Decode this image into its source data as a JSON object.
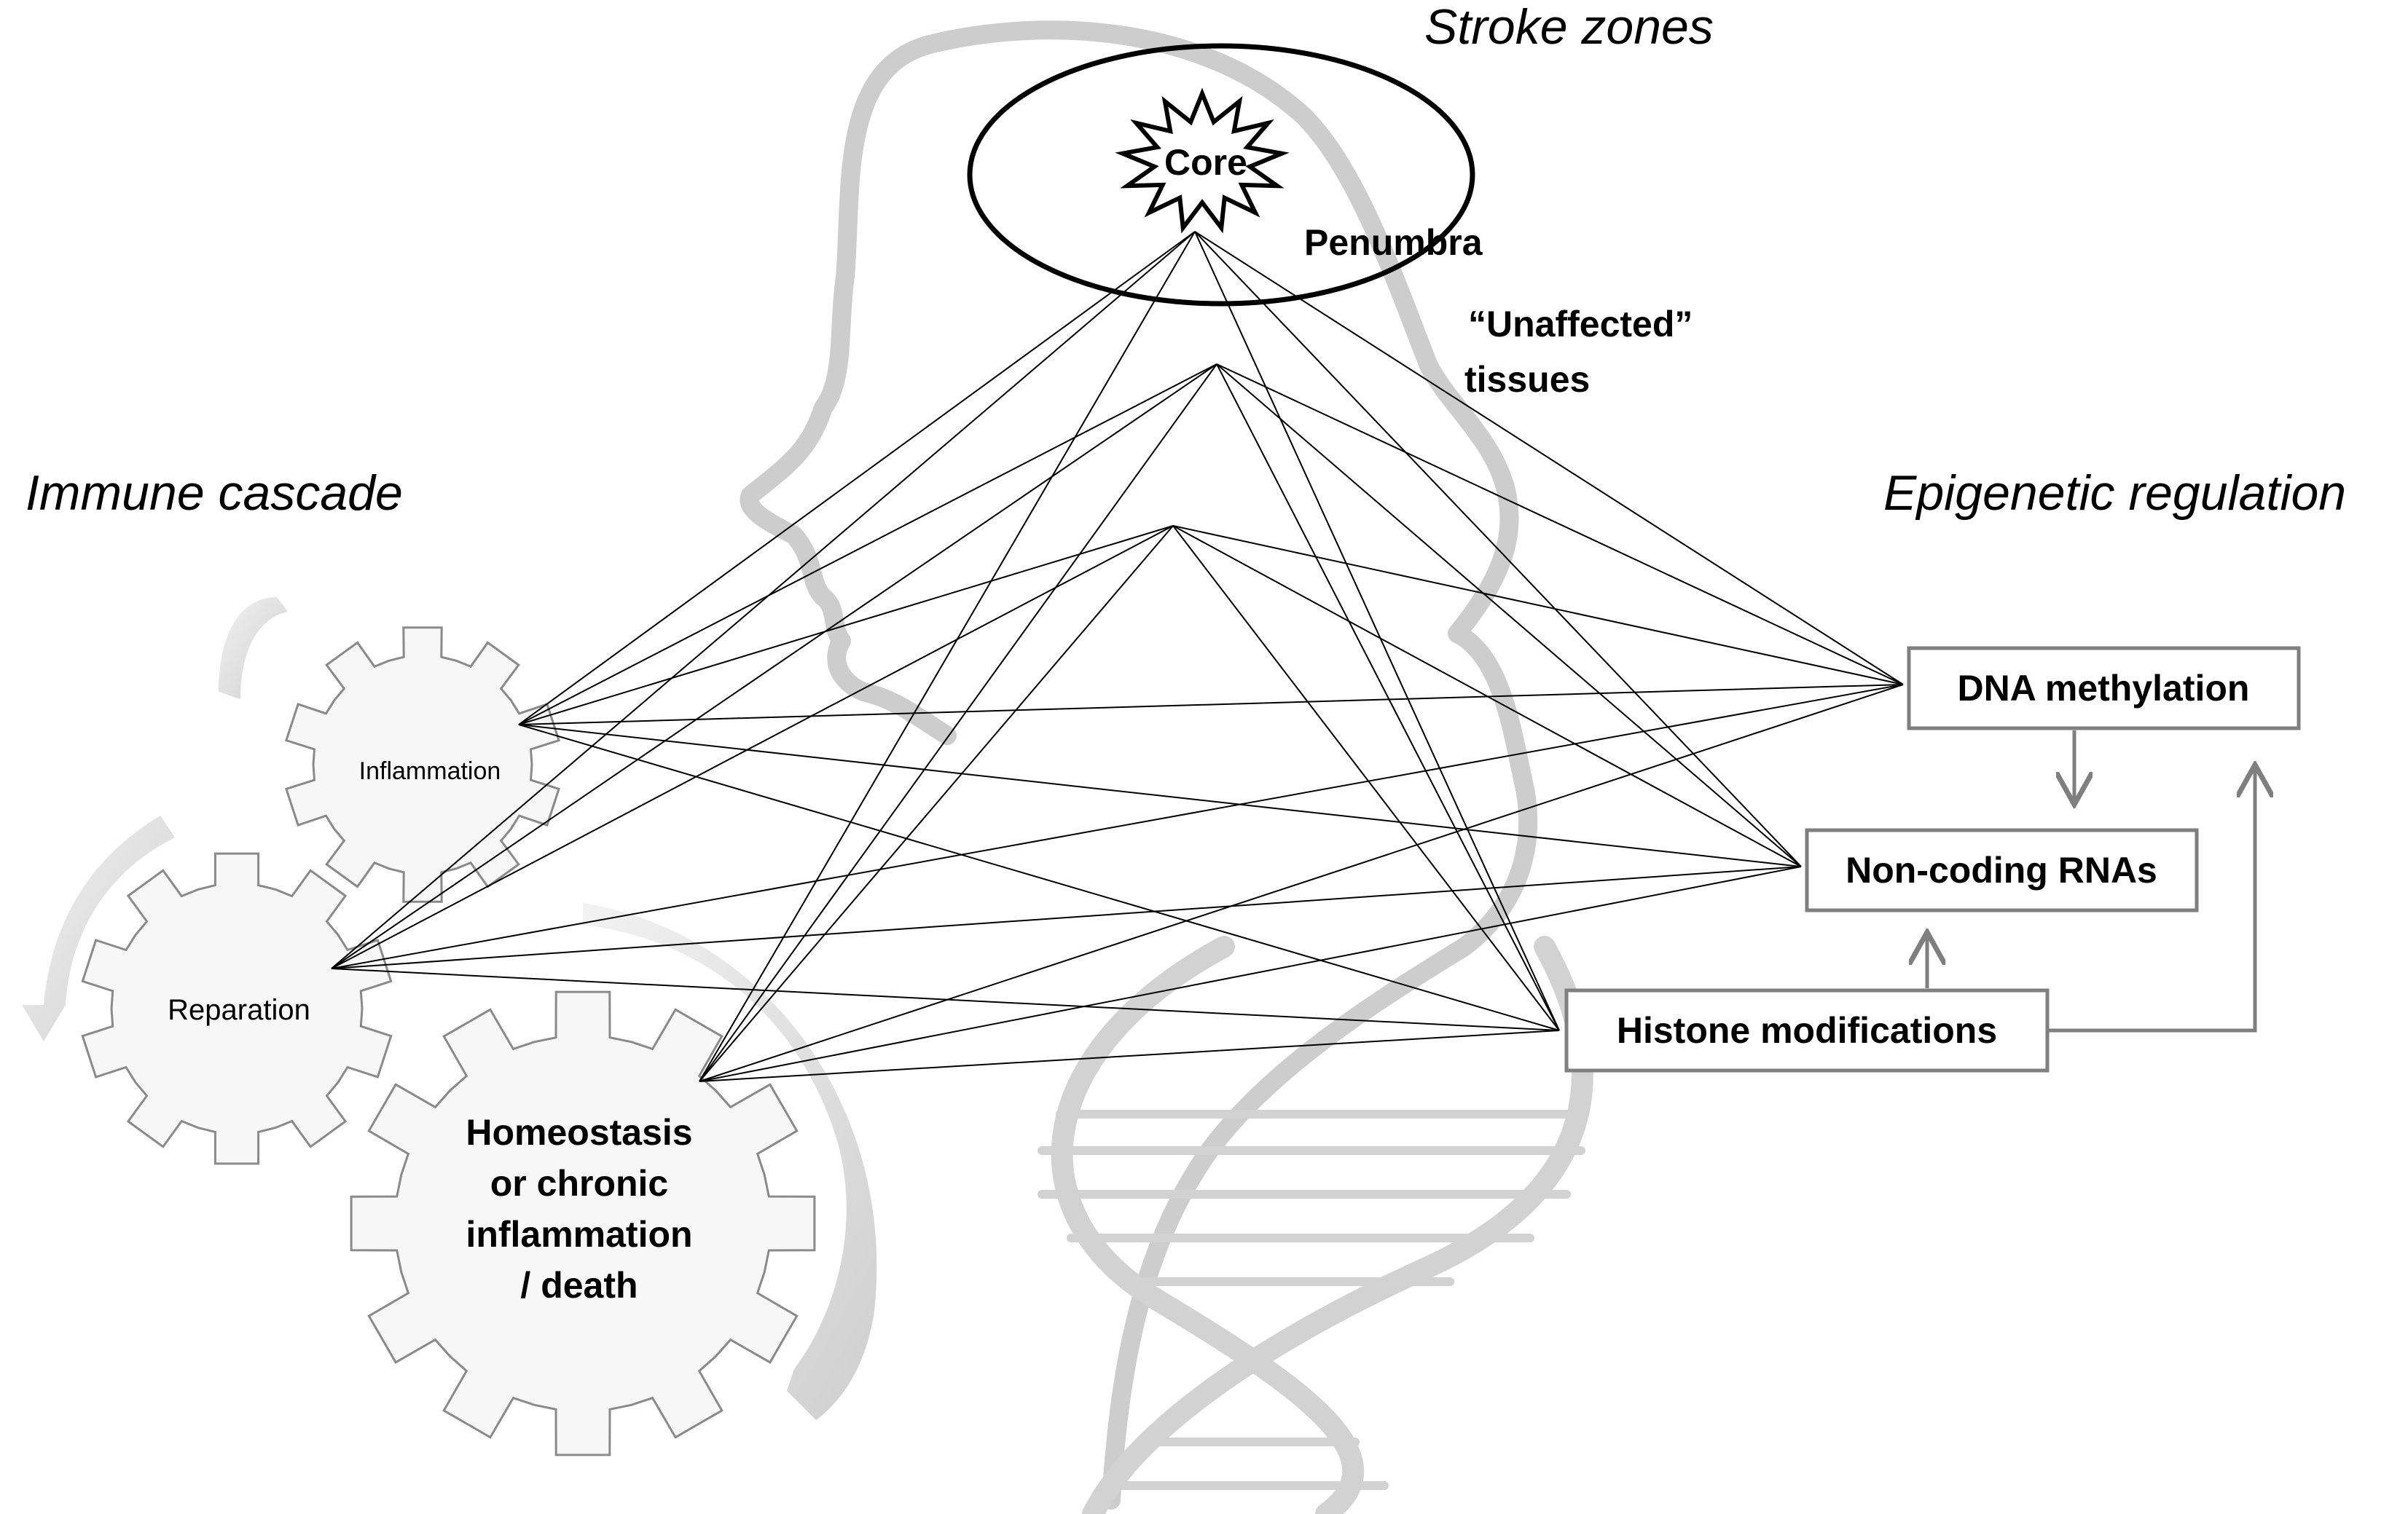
{
  "titles": {
    "stroke_zones": "Stroke zones",
    "immune_cascade": "Immune cascade",
    "epigenetic_regulation": "Epigenetic regulation"
  },
  "stroke_zones": {
    "core": "Core",
    "penumbra": "Penumbra",
    "unaffected_line1": "“Unaffected”",
    "unaffected_line2": "tissues"
  },
  "immune_cascade": {
    "inflammation": "Inflammation",
    "reparation": "Reparation",
    "homeostasis_lines": [
      "Homeostasis",
      "or chronic",
      "inflammation",
      "/ death"
    ]
  },
  "epigenetic_regulation": {
    "dna_methylation": "DNA methylation",
    "non_coding_rnas": "Non-coding RNAs",
    "histone_modifications": "Histone modifications"
  },
  "colors": {
    "background": "#ffffff",
    "lines": "#000000",
    "silhouette": "#c9c9c9",
    "gear_fill": "#f7f7f7",
    "gear_stroke": "#8a8a8a",
    "box_stroke": "#7f7f7f",
    "arrow": "#7f7f7f"
  }
}
